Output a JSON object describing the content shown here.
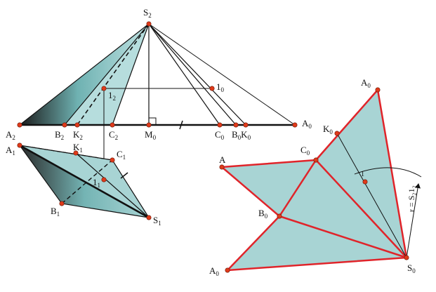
{
  "labels": {
    "S2": {
      "base": "S",
      "sub": "2"
    },
    "A2": {
      "base": "A",
      "sub": "2"
    },
    "B2": {
      "base": "B",
      "sub": "2"
    },
    "K2": {
      "base": "K",
      "sub": "2"
    },
    "C2": {
      "base": "C",
      "sub": "2"
    },
    "M0": {
      "base": "M",
      "sub": "0"
    },
    "C0": {
      "base": "C",
      "sub": "0"
    },
    "B0K0": {
      "base": "B",
      "sub": "0",
      "base2": "K",
      "sub2": "0"
    },
    "A0": {
      "base": "A",
      "sub": "0"
    },
    "one2": {
      "base": "1",
      "sub": "2"
    },
    "one0": {
      "base": "1",
      "sub": "0"
    },
    "A1": {
      "base": "A",
      "sub": "1"
    },
    "K1": {
      "base": "K",
      "sub": "1"
    },
    "C1": {
      "base": "C",
      "sub": "1"
    },
    "one1": {
      "base": "1",
      "sub": "1"
    },
    "B1": {
      "base": "B",
      "sub": "1"
    },
    "S1": {
      "base": "S",
      "sub": "1"
    },
    "dev_A0_top": {
      "base": "A",
      "sub": "0"
    },
    "dev_K0": {
      "base": "K",
      "sub": "0"
    },
    "dev_C0": {
      "base": "C",
      "sub": "0"
    },
    "dev_A": {
      "base": "A",
      "sub": ""
    },
    "dev_1": {
      "base": "1",
      "sub": ""
    },
    "dev_B0": {
      "base": "B",
      "sub": "0"
    },
    "dev_A0_bot": {
      "base": "A",
      "sub": "0"
    },
    "dev_S0": {
      "base": "S",
      "sub": "0"
    }
  },
  "radius_label": "r = S₂1₂",
  "colors": {
    "fill": "#a8d4d4",
    "fill_light": "#c4e4e4",
    "development_edge": "#e0242a",
    "point": "#e03a1a",
    "line": "#111111"
  }
}
